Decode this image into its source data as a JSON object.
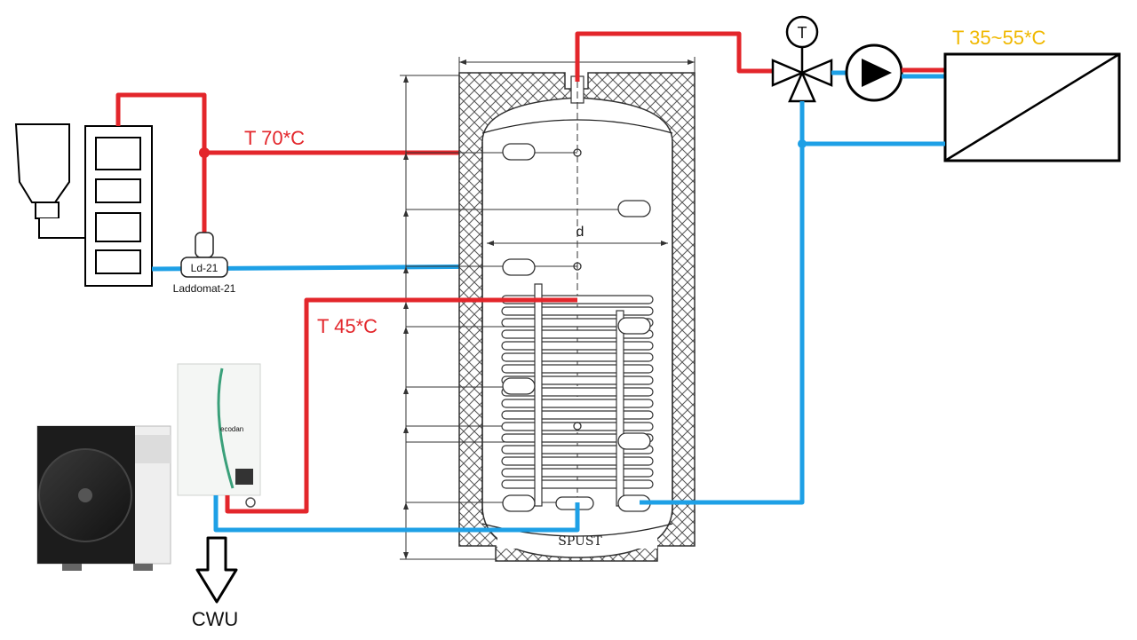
{
  "labels": {
    "temp_boiler": "T 70*C",
    "temp_heatpump": "T 45*C",
    "temp_heating": "T 35~55*C",
    "laddomat_short": "Ld-21",
    "laddomat_full": "Laddomat-21",
    "tank_diameter": "d",
    "drain": "SPUST",
    "dhw": "CWU",
    "mixing_valve_sensor": "T",
    "indoor_unit_brand": "ecodan"
  },
  "colors": {
    "hot_pipe": "#e3262b",
    "cold_pipe": "#1ea0e6",
    "heating_temp_label": "#f0b800"
  },
  "icons": [
    "pellet-hopper-icon",
    "boiler-icon",
    "pump-icon",
    "three-way-valve-icon",
    "radiator-icon",
    "heat-pump-outdoor-icon",
    "down-arrow-icon"
  ]
}
